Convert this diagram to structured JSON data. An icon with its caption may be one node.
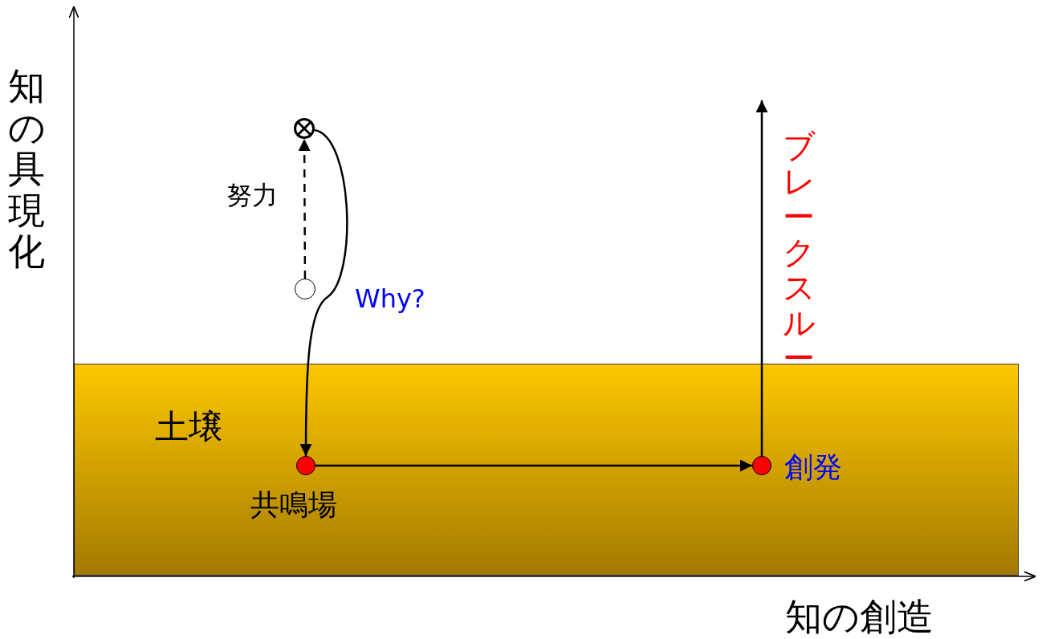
{
  "diagram": {
    "nodes": [
      {
        "text": [
          "土壌"
        ]
      },
      {
        "text": [],
        "shape": "circle"
      },
      {
        "text": [],
        "shape": "circle"
      },
      {
        "text": [],
        "shape": "circle",
        "beside": [
          "共鳴場"
        ],
        "in": 0
      },
      {
        "text": [],
        "shape": "circle",
        "beside": [
          "創発"
        ],
        "in": 0
      }
    ],
    "edges": [
      {
        "from": 2,
        "to": 1,
        "arrow": "to",
        "label": "努力",
        "style": "dashed"
      },
      {
        "from": 1,
        "to": 3,
        "arrow": "to",
        "label": "Why?"
      },
      {
        "from": 3,
        "to": 4,
        "arrow": "to"
      },
      {
        "from": 4,
        "to": null,
        "arrow": "to",
        "label": "ブレークスルー"
      }
    ],
    "labels": [
      "知の具現化",
      "知の創造"
    ]
  }
}
